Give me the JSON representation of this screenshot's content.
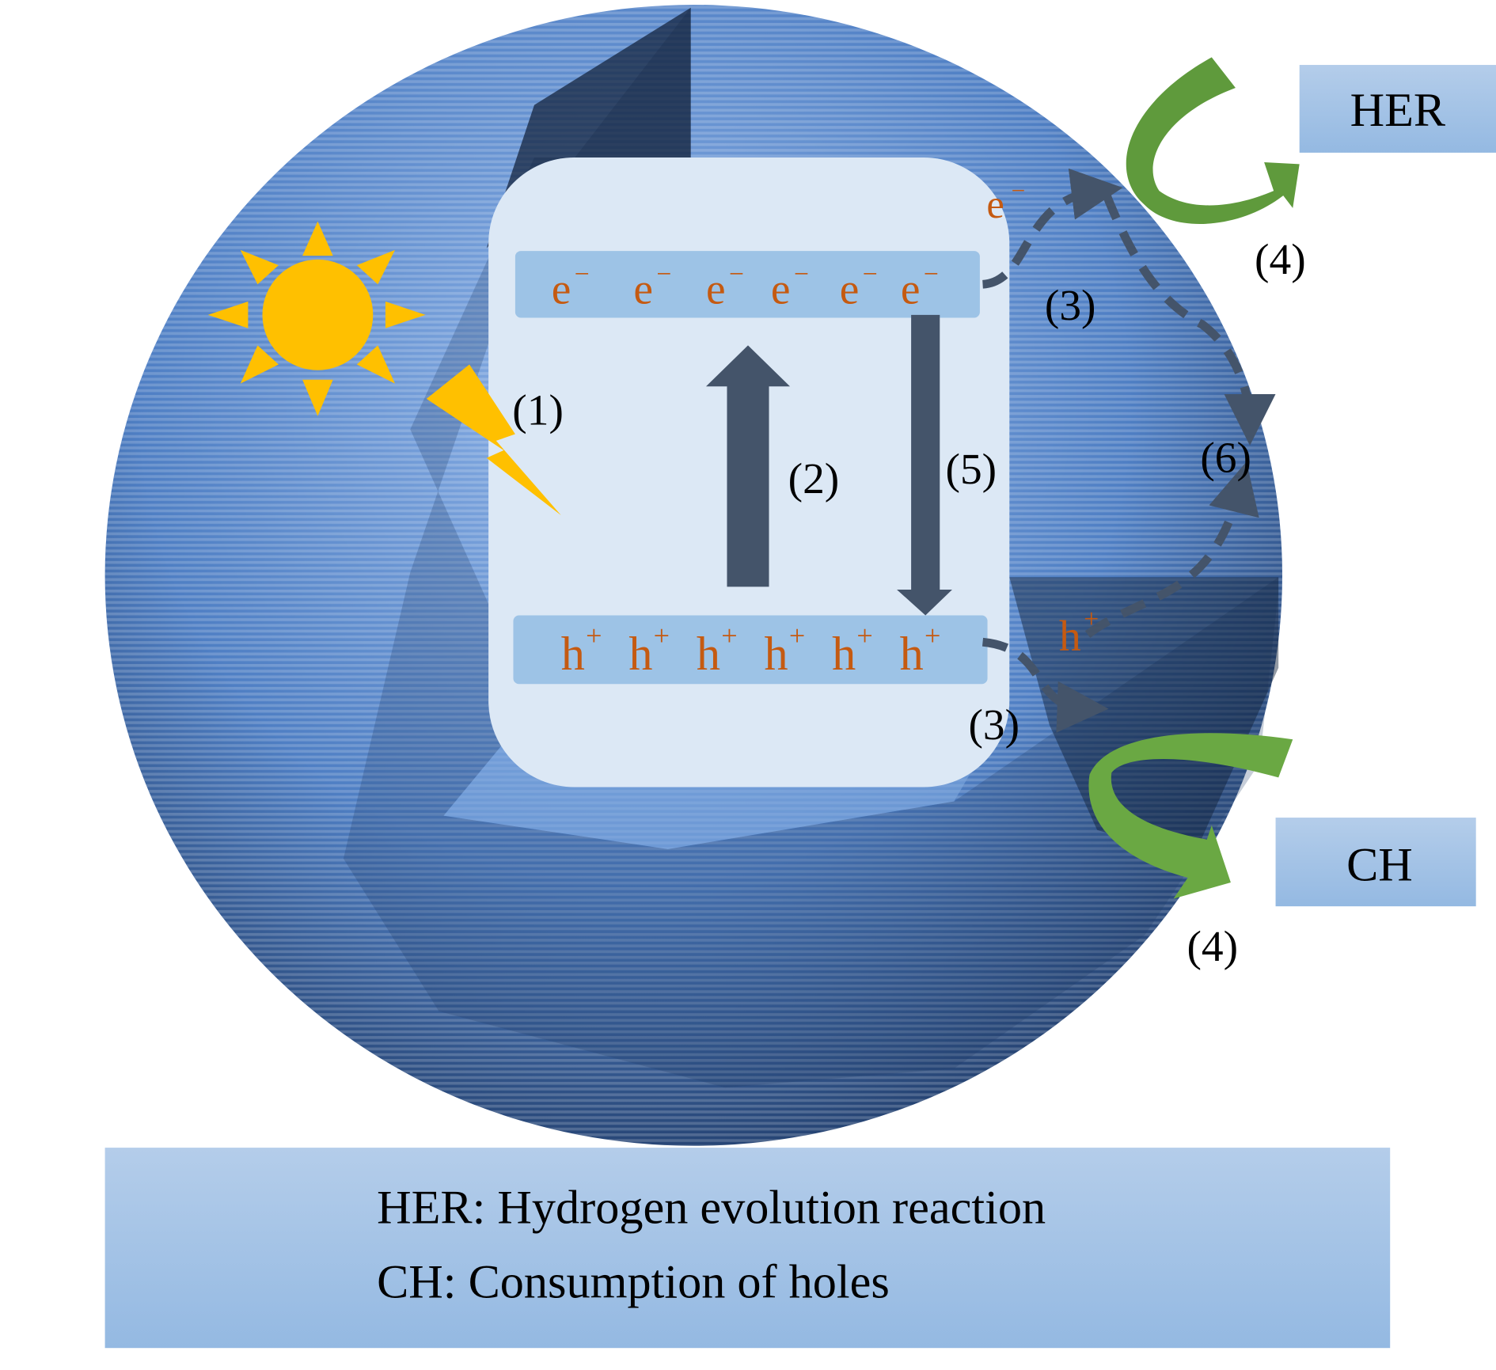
{
  "diagram": {
    "electron_band": {
      "carrier": "e",
      "superscript": "−",
      "count": 6
    },
    "hole_band": {
      "carrier": "h",
      "superscript": "+",
      "count": 6
    },
    "step_labels": {
      "absorption": "(1)",
      "excitation": "(2)",
      "migration_electron": "(3)",
      "migration_hole": "(3)",
      "reaction_her": "(4)",
      "reaction_ch": "(4)",
      "recombination_bulk": "(5)",
      "recombination_surface": "(6)"
    },
    "surface_electron": {
      "carrier": "e",
      "superscript": "−"
    },
    "surface_hole": {
      "carrier": "h",
      "superscript": "+"
    },
    "her_box": "HER",
    "ch_box": "CH"
  },
  "legend": {
    "line1": "HER: Hydrogen evolution reaction",
    "line2": "CH: Consumption of holes"
  },
  "colors": {
    "carrier": "#c55a11",
    "arrow": "#44546a",
    "sun": "#ffc000",
    "green": "#70ad47",
    "band": "#9dc3e6",
    "sphere": "#4f7fc4"
  }
}
